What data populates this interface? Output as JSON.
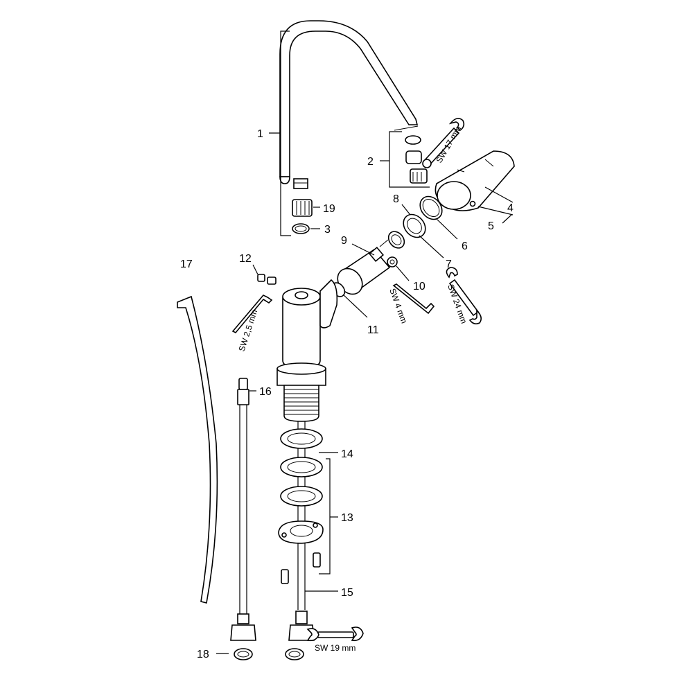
{
  "parts": {
    "p1": "1",
    "p2": "2",
    "p3": "3",
    "p4": "4",
    "p5": "5",
    "p6": "6",
    "p7": "7",
    "p8": "8",
    "p9": "9",
    "p10": "10",
    "p11": "11",
    "p12": "12",
    "p13": "13",
    "p14": "14",
    "p15": "15",
    "p16": "16",
    "p17": "17",
    "p18": "18",
    "p19": "19"
  },
  "tools": {
    "sw17": "SW 17 mm",
    "sw24": "SW 24 mm",
    "sw4": "SW 4 mm",
    "sw25": "SW 2,5 mm",
    "sw19": "SW 19 mm"
  }
}
